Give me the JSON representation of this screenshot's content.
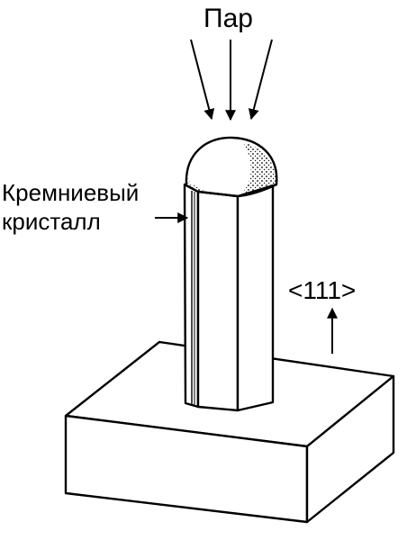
{
  "labels": {
    "vapor": "Пар",
    "crystal_line1": "Кремниевый",
    "crystal_line2": "кристалл",
    "direction": "<111>"
  },
  "colors": {
    "ink": "#000000",
    "paper": "#ffffff"
  },
  "icons": {
    "arrow": "arrow-icon",
    "hemisphere": "molten-cap"
  }
}
